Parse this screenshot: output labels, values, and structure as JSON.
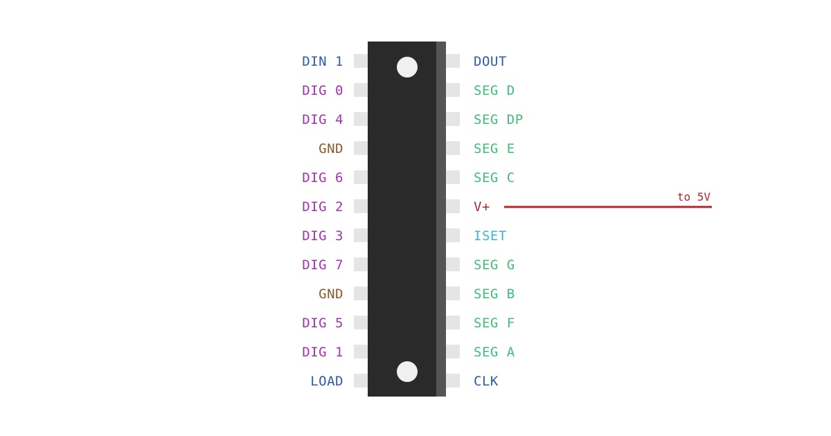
{
  "colors": {
    "chip_body": "#2a2a2a",
    "chip_side": "#555555",
    "pin": "#e5e5e5",
    "notch": "#f0f0f0",
    "digit": "#a133b0",
    "segment": "#3cbf7a",
    "gnd": "#8b5a2b",
    "signal": "#2e5aa6",
    "power": "#b0282e",
    "iset": "#3cb4d4"
  },
  "left_pins": [
    {
      "label": "DIN 1",
      "kind": "signal"
    },
    {
      "label": "DIG 0",
      "kind": "digit"
    },
    {
      "label": "DIG 4",
      "kind": "digit"
    },
    {
      "label": "GND",
      "kind": "gnd"
    },
    {
      "label": "DIG 6",
      "kind": "digit"
    },
    {
      "label": "DIG 2",
      "kind": "digit"
    },
    {
      "label": "DIG 3",
      "kind": "digit"
    },
    {
      "label": "DIG 7",
      "kind": "digit"
    },
    {
      "label": "GND",
      "kind": "gnd"
    },
    {
      "label": "DIG 5",
      "kind": "digit"
    },
    {
      "label": "DIG 1",
      "kind": "digit"
    },
    {
      "label": "LOAD",
      "kind": "signal"
    }
  ],
  "right_pins": [
    {
      "label": "DOUT",
      "kind": "signal"
    },
    {
      "label": "SEG D",
      "kind": "segment"
    },
    {
      "label": "SEG DP",
      "kind": "segment"
    },
    {
      "label": "SEG E",
      "kind": "segment"
    },
    {
      "label": "SEG C",
      "kind": "segment"
    },
    {
      "label": "V+",
      "kind": "power"
    },
    {
      "label": "ISET",
      "kind": "iset"
    },
    {
      "label": "SEG G",
      "kind": "segment"
    },
    {
      "label": "SEG B",
      "kind": "segment"
    },
    {
      "label": "SEG F",
      "kind": "segment"
    },
    {
      "label": "SEG A",
      "kind": "segment"
    },
    {
      "label": "CLK",
      "kind": "signal"
    }
  ],
  "power_wire": {
    "label": "to 5V",
    "pin": "V+"
  }
}
